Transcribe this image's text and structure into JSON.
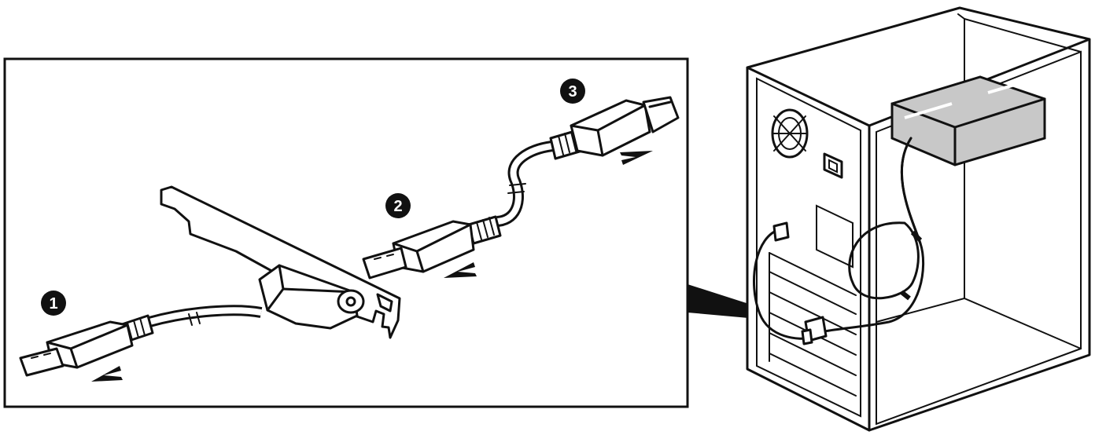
{
  "diagram": {
    "steps": [
      {
        "number": "1"
      },
      {
        "number": "2"
      },
      {
        "number": "3"
      }
    ],
    "colors": {
      "line": "#111111",
      "background": "#ffffff",
      "drive_fill": "#c8c8c8",
      "badge": "#111111"
    }
  }
}
